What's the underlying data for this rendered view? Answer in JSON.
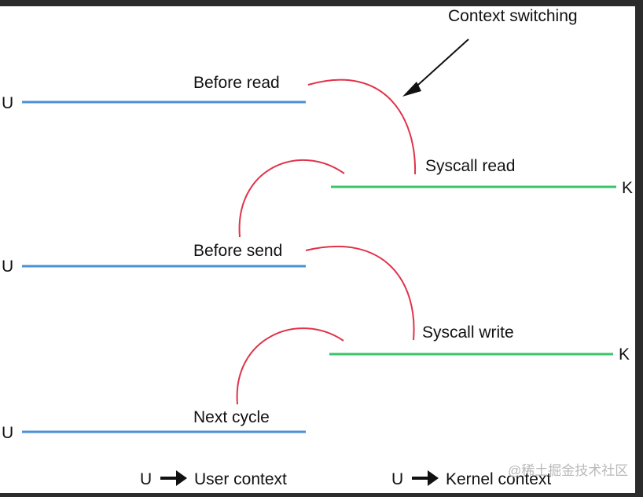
{
  "colors": {
    "background": "#ffffff",
    "frame": "#2b2b2b",
    "user_line": "#4a90d9",
    "kernel_line": "#3cc46a",
    "switch_arc": "#e0334a",
    "arrow": "#111111",
    "text": "#111111"
  },
  "annotation": {
    "label": "Context switching"
  },
  "rows": [
    {
      "side": "U",
      "label": "Before read"
    },
    {
      "side": "K",
      "label": "Syscall read"
    },
    {
      "side": "U",
      "label": "Before send"
    },
    {
      "side": "K",
      "label": "Syscall write"
    },
    {
      "side": "U",
      "label": "Next cycle"
    }
  ],
  "legend": {
    "user": {
      "symbol": "U",
      "label": "User context"
    },
    "kernel": {
      "symbol": "U",
      "label": "Kernel context"
    }
  },
  "watermark": {
    "text": "@稀土掘金技术社区"
  }
}
